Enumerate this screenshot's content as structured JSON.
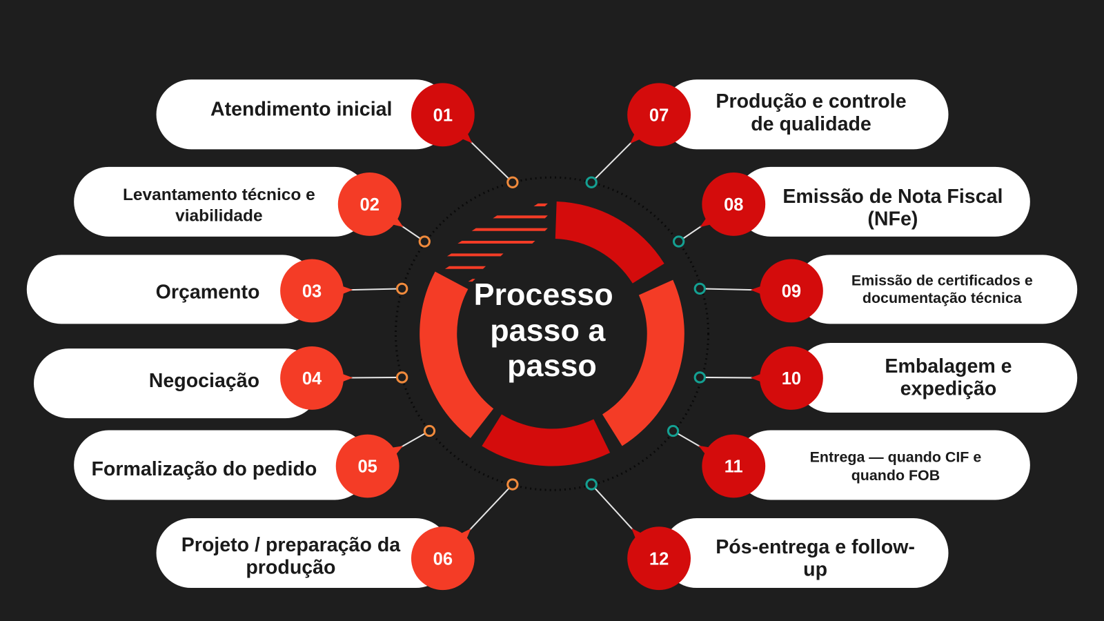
{
  "title": [
    "Processo",
    "passo a",
    "passo"
  ],
  "colors": {
    "background": "#1e1e1e",
    "dark_red": "#d40c0c",
    "bright_red": "#f43c26",
    "orange_dot": "#f08a3c",
    "teal_dot": "#14a092"
  },
  "steps": [
    {
      "number": "01",
      "lines": [
        "Atendimento inicial"
      ]
    },
    {
      "number": "02",
      "lines": [
        "Levantamento técnico e",
        "viabilidade"
      ]
    },
    {
      "number": "03",
      "lines": [
        "Orçamento"
      ]
    },
    {
      "number": "04",
      "lines": [
        "Negociação"
      ]
    },
    {
      "number": "05",
      "lines": [
        "Formalização do pedido"
      ]
    },
    {
      "number": "06",
      "lines": [
        "Projeto / preparação da",
        "produção"
      ]
    },
    {
      "number": "07",
      "lines": [
        "Produção e controle",
        "de qualidade"
      ]
    },
    {
      "number": "08",
      "lines": [
        "Emissão de Nota Fiscal",
        "(NFe)"
      ]
    },
    {
      "number": "09",
      "lines": [
        "Emissão de certificados e",
        "documentação técnica"
      ]
    },
    {
      "number": "10",
      "lines": [
        "Embalagem e",
        "expedição"
      ]
    },
    {
      "number": "11",
      "lines": [
        "Entrega — quando CIF e",
        "quando FOB"
      ]
    },
    {
      "number": "12",
      "lines": [
        "Pós-entrega e follow-",
        "up"
      ]
    }
  ]
}
